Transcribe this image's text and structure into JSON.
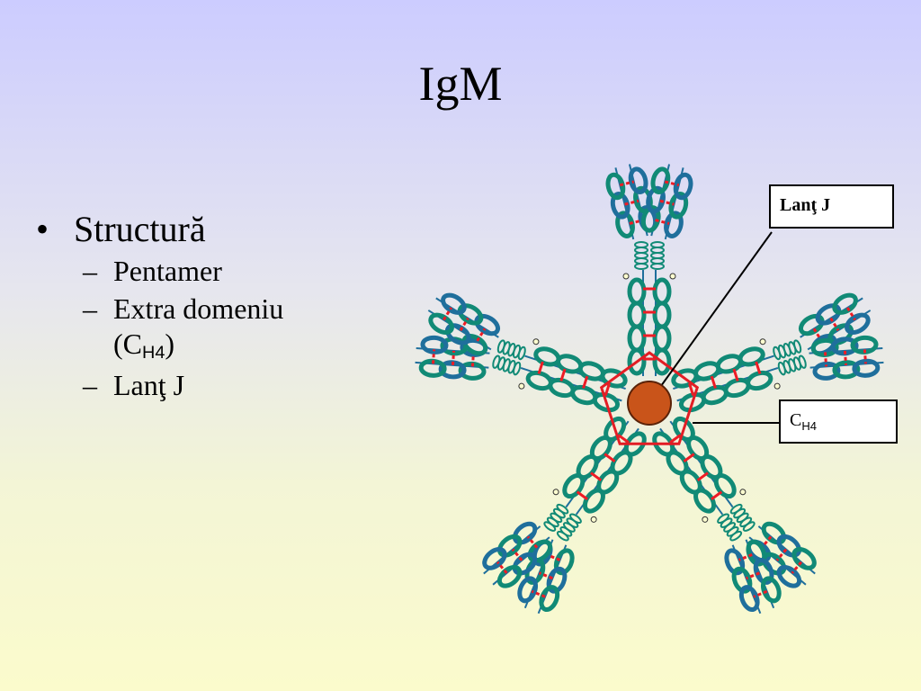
{
  "slide": {
    "title": "IgM"
  },
  "bullets": {
    "level1": [
      {
        "marker": "•",
        "text": "Structură"
      }
    ],
    "level2": [
      {
        "marker": "–",
        "text": "Pentamer"
      },
      {
        "marker": "–",
        "text": "Extra domeniu"
      },
      {
        "marker": "–",
        "text": "Lanţ J"
      }
    ],
    "continuation": {
      "open": "(C",
      "sub": "H4",
      "close": ")"
    }
  },
  "diagram": {
    "labels": {
      "j_chain": "Lanţ J",
      "ch4_main": "C",
      "ch4_sub": "H4"
    },
    "monomer_count": 5,
    "colors": {
      "domain_teal": "#118a76",
      "domain_blue": "#1f6f9c",
      "disulfide_red": "#ee1c25",
      "pentagon_red": "#e21d24",
      "j_chain_orange": "#c9541a",
      "carbohydrate_yellow": "#ffffd0"
    }
  }
}
